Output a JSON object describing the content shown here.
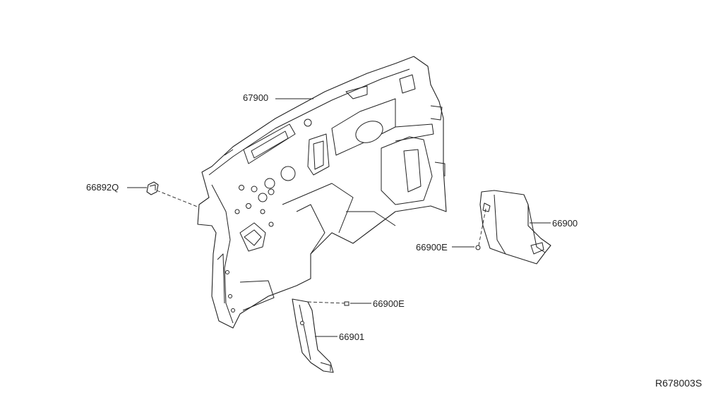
{
  "callouts": {
    "dash_insulator": "67900",
    "clip": "66892Q",
    "finisher_right": "66900",
    "clip_right": "66900E",
    "clip_left": "66900E",
    "finisher_left": "66901"
  },
  "reference_code": "R678003S"
}
